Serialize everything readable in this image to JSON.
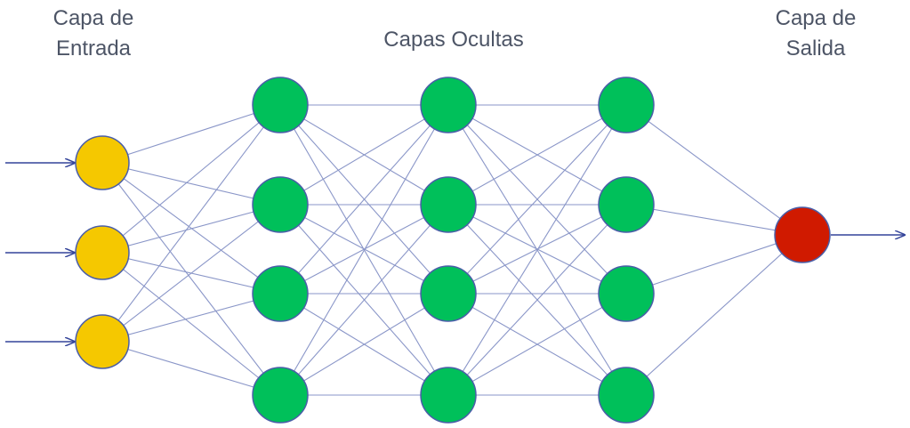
{
  "labels": {
    "input": [
      "Capa de",
      "Entrada"
    ],
    "hidden": "Capas Ocultas",
    "output": [
      "Capa de",
      "Salida"
    ]
  },
  "layers": [
    {
      "name": "input",
      "nodes": 3,
      "color": "#f5c800"
    },
    {
      "name": "hidden-1",
      "nodes": 4,
      "color": "#00c05a"
    },
    {
      "name": "hidden-2",
      "nodes": 4,
      "color": "#00c05a"
    },
    {
      "name": "hidden-3",
      "nodes": 4,
      "color": "#00c05a"
    },
    {
      "name": "output",
      "nodes": 1,
      "color": "#d01a00"
    }
  ],
  "colors": {
    "node_stroke": "#4a5ea8",
    "connection": "#8a96c8",
    "arrow": "#34449a",
    "text": "#4d5566"
  }
}
